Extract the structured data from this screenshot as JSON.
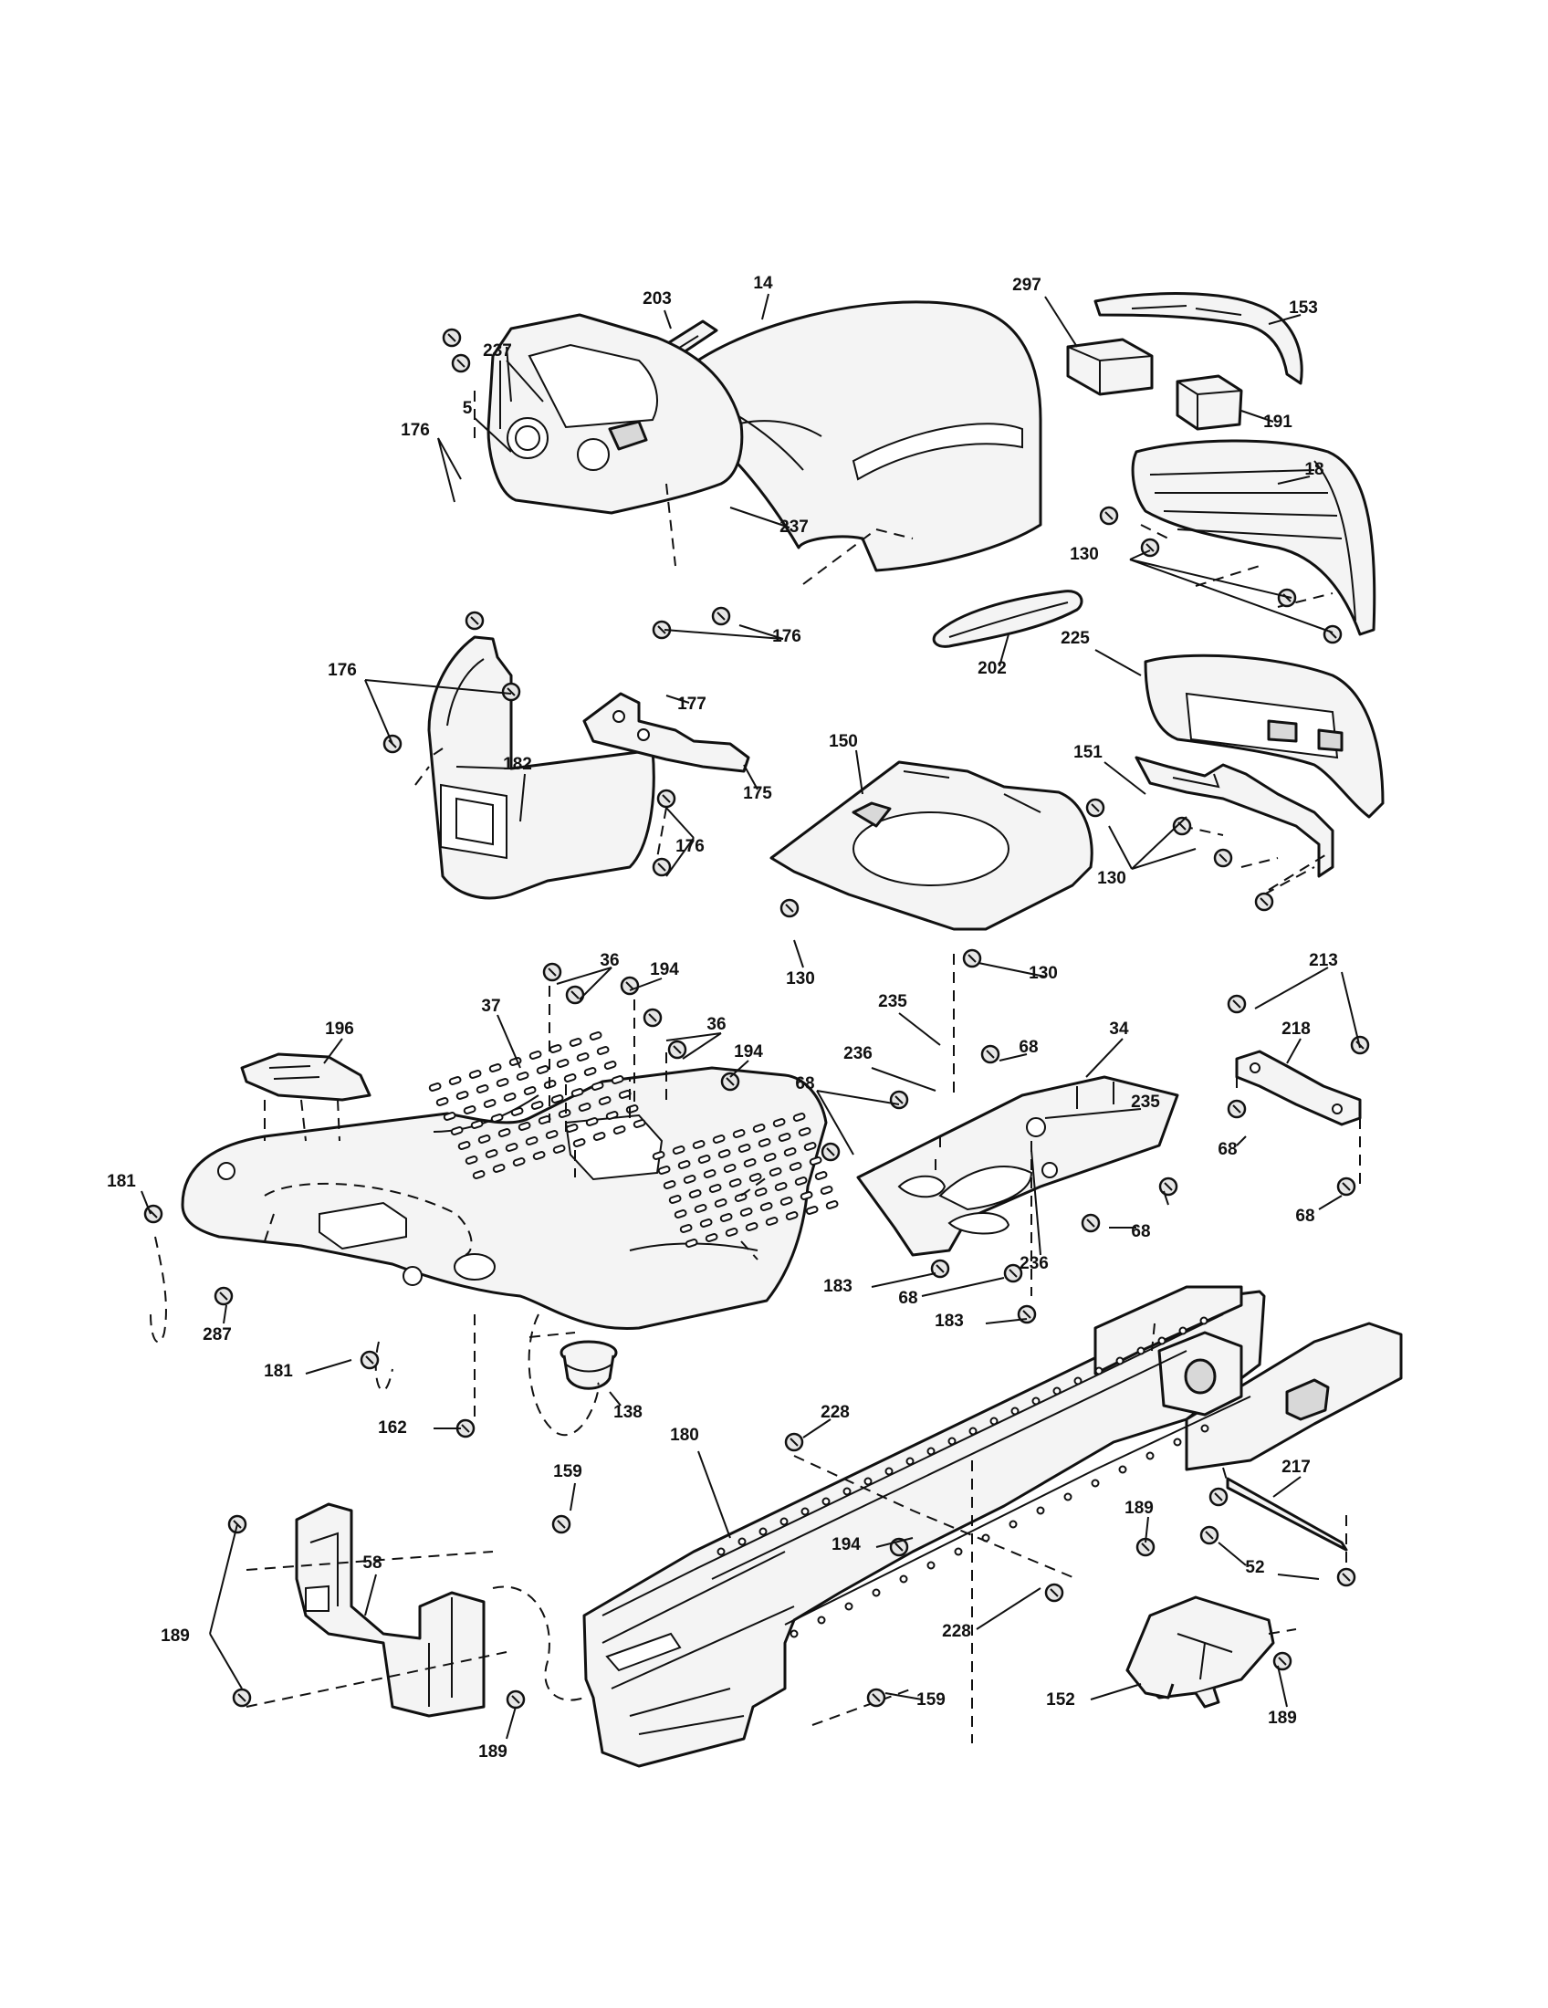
{
  "callouts": [
    {
      "id": "c-203",
      "label": "203"
    },
    {
      "id": "c-14",
      "label": "14"
    },
    {
      "id": "c-297",
      "label": "297"
    },
    {
      "id": "c-153",
      "label": "153"
    },
    {
      "id": "c-237a",
      "label": "237"
    },
    {
      "id": "c-5",
      "label": "5"
    },
    {
      "id": "c-176a",
      "label": "176"
    },
    {
      "id": "c-191",
      "label": "191"
    },
    {
      "id": "c-237b",
      "label": "237"
    },
    {
      "id": "c-18",
      "label": "18"
    },
    {
      "id": "c-130a",
      "label": "130"
    },
    {
      "id": "c-176b",
      "label": "176"
    },
    {
      "id": "c-202",
      "label": "202"
    },
    {
      "id": "c-225",
      "label": "225"
    },
    {
      "id": "c-176c",
      "label": "176"
    },
    {
      "id": "c-177",
      "label": "177"
    },
    {
      "id": "c-150",
      "label": "150"
    },
    {
      "id": "c-151",
      "label": "151"
    },
    {
      "id": "c-182",
      "label": "182"
    },
    {
      "id": "c-175",
      "label": "175"
    },
    {
      "id": "c-176d",
      "label": "176"
    },
    {
      "id": "c-130b",
      "label": "130"
    },
    {
      "id": "c-36a",
      "label": "36"
    },
    {
      "id": "c-194a",
      "label": "194"
    },
    {
      "id": "c-130c",
      "label": "130"
    },
    {
      "id": "c-130d",
      "label": "130"
    },
    {
      "id": "c-213",
      "label": "213"
    },
    {
      "id": "c-37",
      "label": "37"
    },
    {
      "id": "c-196",
      "label": "196"
    },
    {
      "id": "c-36b",
      "label": "36"
    },
    {
      "id": "c-235a",
      "label": "235"
    },
    {
      "id": "c-68a",
      "label": "68"
    },
    {
      "id": "c-34",
      "label": "34"
    },
    {
      "id": "c-218",
      "label": "218"
    },
    {
      "id": "c-194b",
      "label": "194"
    },
    {
      "id": "c-236a",
      "label": "236"
    },
    {
      "id": "c-68b",
      "label": "68"
    },
    {
      "id": "c-235b",
      "label": "235"
    },
    {
      "id": "c-68c",
      "label": "68"
    },
    {
      "id": "c-181a",
      "label": "181"
    },
    {
      "id": "c-68d",
      "label": "68"
    },
    {
      "id": "c-68e",
      "label": "68"
    },
    {
      "id": "c-236b",
      "label": "236"
    },
    {
      "id": "c-183a",
      "label": "183"
    },
    {
      "id": "c-68f",
      "label": "68"
    },
    {
      "id": "c-287",
      "label": "287"
    },
    {
      "id": "c-183b",
      "label": "183"
    },
    {
      "id": "c-181b",
      "label": "181"
    },
    {
      "id": "c-138",
      "label": "138"
    },
    {
      "id": "c-228a",
      "label": "228"
    },
    {
      "id": "c-162",
      "label": "162"
    },
    {
      "id": "c-180",
      "label": "180"
    },
    {
      "id": "c-159a",
      "label": "159"
    },
    {
      "id": "c-217",
      "label": "217"
    },
    {
      "id": "c-194c",
      "label": "194"
    },
    {
      "id": "c-189a",
      "label": "189"
    },
    {
      "id": "c-58",
      "label": "58"
    },
    {
      "id": "c-52",
      "label": "52"
    },
    {
      "id": "c-189b",
      "label": "189"
    },
    {
      "id": "c-228b",
      "label": "228"
    },
    {
      "id": "c-152",
      "label": "152"
    },
    {
      "id": "c-159b",
      "label": "159"
    },
    {
      "id": "c-189c",
      "label": "189"
    },
    {
      "id": "c-189d",
      "label": "189"
    }
  ]
}
